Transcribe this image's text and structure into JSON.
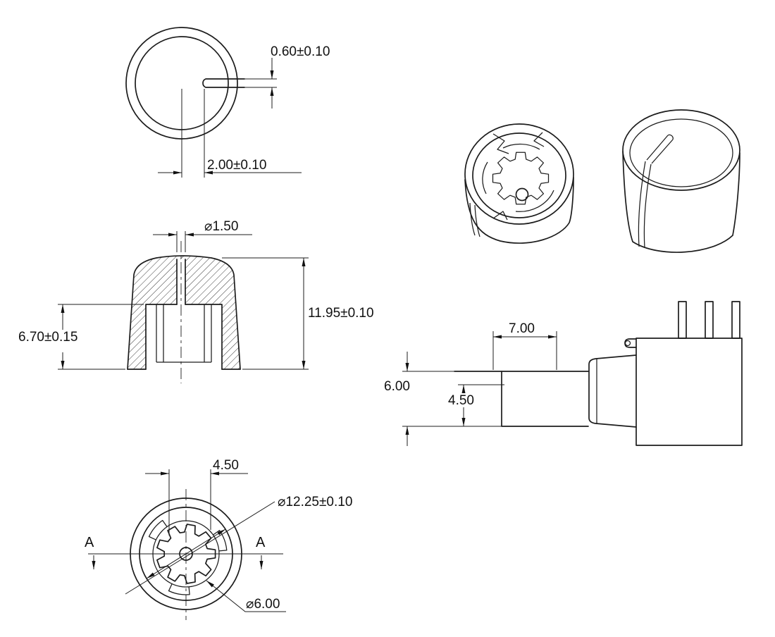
{
  "drawing": {
    "type": "technical-drawing",
    "part": "control-knob",
    "top_view": {
      "slot_width": "0.60±0.10",
      "slot_length": "2.00±0.10"
    },
    "section_view": {
      "pointer_hole_dia": "⌀1.50",
      "overall_height": "11.95±0.10",
      "cavity_depth": "6.70±0.15"
    },
    "bottom_view": {
      "tab_span": "4.50",
      "outer_dia": "⌀12.25±0.10",
      "bore_dia": "⌀6.00",
      "section_left": "A",
      "section_right": "A"
    },
    "side_view": {
      "offset_width": "7.00",
      "height_outer": "6.00",
      "height_inner": "4.50"
    }
  }
}
